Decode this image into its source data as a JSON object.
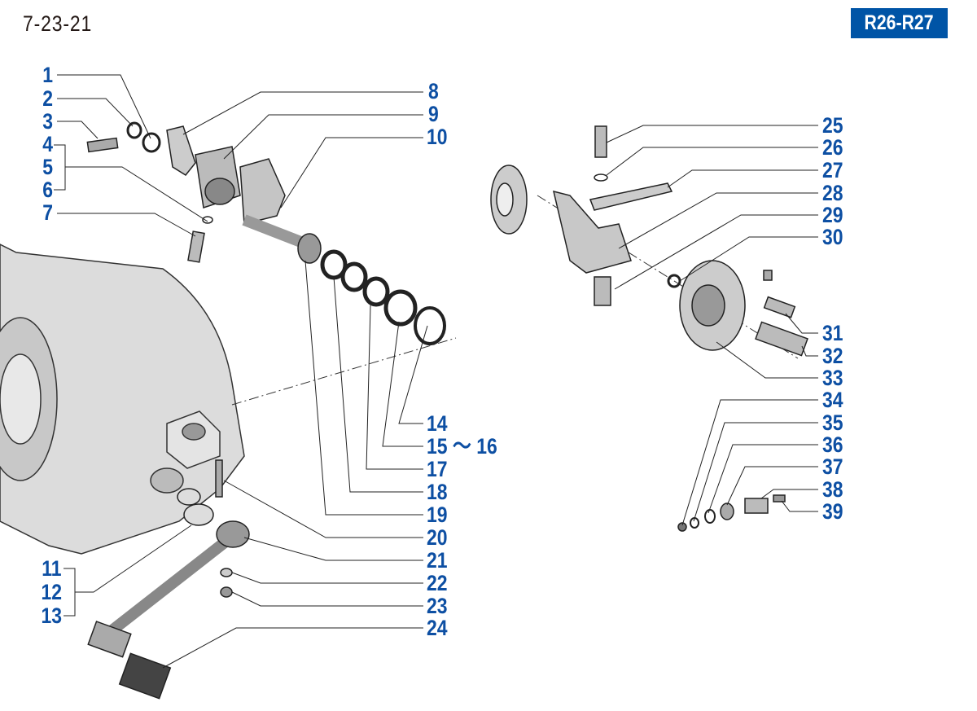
{
  "header": {
    "page_code": "7-23-21",
    "model_badge": "R26-R27"
  },
  "colors": {
    "label": "#0d4fa3",
    "badge": "#0054a6"
  },
  "callouts": {
    "c1": "1",
    "c2": "2",
    "c3": "3",
    "c4": "4",
    "c5": "5",
    "c6": "6",
    "c7": "7",
    "c8": "8",
    "c9": "9",
    "c10": "10",
    "c11": "11",
    "c12": "12",
    "c13": "13",
    "c14": "14",
    "c15_16": "15 ～ 16",
    "c17": "17",
    "c18": "18",
    "c19": "19",
    "c20": "20",
    "c21": "21",
    "c22": "22",
    "c23": "23",
    "c24": "24",
    "c25": "25",
    "c26": "26",
    "c27": "27",
    "c28": "28",
    "c29": "29",
    "c30": "30",
    "c31": "31",
    "c32": "32",
    "c33": "33",
    "c34": "34",
    "c35": "35",
    "c36": "36",
    "c37": "37",
    "c38": "38",
    "c39": "39"
  }
}
